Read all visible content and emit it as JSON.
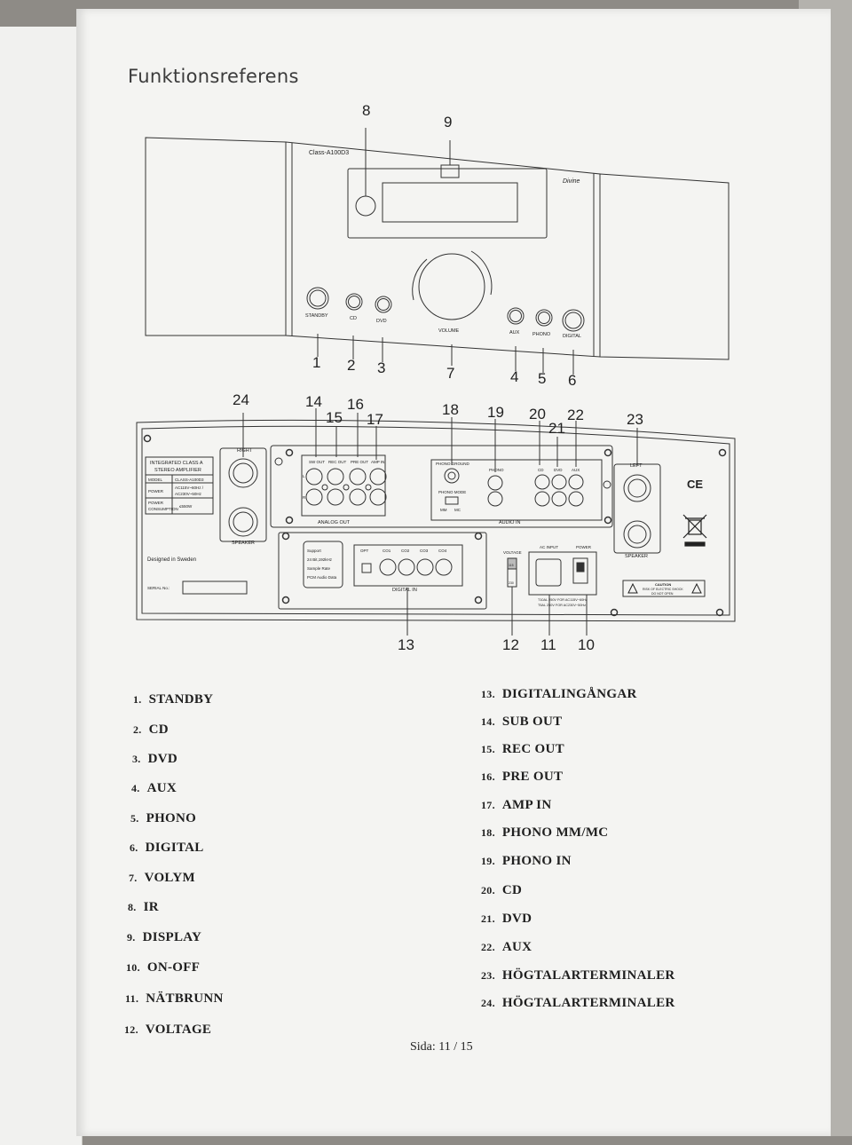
{
  "page": {
    "title": "Funktionsreferens",
    "footer": "Sida: 11 / 15"
  },
  "front_panel": {
    "model": "Class-A100D3",
    "brand": "Divine",
    "labels": [
      "STANDBY",
      "CD",
      "DVD",
      "VOLUME",
      "AUX",
      "PHONO",
      "DIGITAL"
    ],
    "callouts": [
      "1",
      "2",
      "3",
      "4",
      "5",
      "6",
      "7",
      "8",
      "9"
    ]
  },
  "rear_panel": {
    "callouts": [
      "10",
      "11",
      "12",
      "13",
      "14",
      "15",
      "16",
      "17",
      "18",
      "19",
      "20",
      "21",
      "22",
      "23",
      "24"
    ],
    "spec_box": {
      "heading_1": "INTEGRATED CLASS A",
      "heading_2": "STEREO AMPLIFIER",
      "model_key": "MODEL",
      "model_val": "CLASS-A100D3",
      "power_key": "POWER",
      "power_val_1": "AC115V~60Hz /",
      "power_val_2": "AC230V~50Hz",
      "consumption_key_1": "POWER",
      "consumption_key_2": "CONSUMPTION",
      "consumption_val": "≤550W"
    },
    "designed_in": "Designed in Sweden",
    "serial": "SERIAL No.:",
    "speaker_right": "RIGHT",
    "speaker_left": "LEFT",
    "speaker": "SPEAKER",
    "analog_out": "ANALOG OUT",
    "analog_cols": [
      "SW OUT",
      "REC OUT",
      "PRE OUT",
      "AMP IN"
    ],
    "phono_ground": "PHONO GROUND",
    "phono_mode": "PHONO MODE",
    "mm": "MM",
    "mc": "MC",
    "phono": "PHONO",
    "inputs": [
      "CD",
      "DVD",
      "AUX"
    ],
    "audio_in": "AUDIO IN",
    "support_lines": [
      "Support",
      "24 Bit,192kHz",
      "Sample Rate",
      "PCM Audio Data"
    ],
    "digital_cols": [
      "OPT",
      "CO1",
      "CO2",
      "CO3",
      "CO4"
    ],
    "digital_in": "DIGITAL IN",
    "voltage": "VOLTAGE",
    "v115": "115",
    "v230": "230",
    "ac_input": "AC INPUT",
    "power": "POWER",
    "fuse_1": "T10AL 250V FOR AC115V~60Hz",
    "fuse_2": "T5AL 250V FOR AC230V~50Hz",
    "caution_1": "CAUTION",
    "caution_2": "RISK OF ELECTRIC SHOCK",
    "caution_3": "DO NOT OPEN",
    "ce": "CE",
    "l": "L",
    "r": "R"
  },
  "legend_left": [
    {
      "n": "1.",
      "label": "STANDBY"
    },
    {
      "n": "2.",
      "label": "CD"
    },
    {
      "n": "3.",
      "label": "DVD"
    },
    {
      "n": "4.",
      "label": "AUX"
    },
    {
      "n": "5.",
      "label": "PHONO"
    },
    {
      "n": "6.",
      "label": "DIGITAL"
    },
    {
      "n": "7.",
      "label": "VOLYM"
    },
    {
      "n": "8.",
      "label": "IR"
    },
    {
      "n": "9.",
      "label": "DISPLAY"
    },
    {
      "n": "10.",
      "label": "ON-OFF"
    },
    {
      "n": "11.",
      "label": "NÄTBRUNN"
    },
    {
      "n": "12.",
      "label": "VOLTAGE"
    }
  ],
  "legend_right": [
    {
      "n": "13.",
      "label": "DIGITALINGÅNGAR"
    },
    {
      "n": "14.",
      "label": "SUB OUT"
    },
    {
      "n": "15.",
      "label": "REC OUT"
    },
    {
      "n": "16.",
      "label": "PRE OUT"
    },
    {
      "n": "17.",
      "label": "AMP IN"
    },
    {
      "n": "18.",
      "label": "PHONO MM/MC"
    },
    {
      "n": "19.",
      "label": "PHONO IN"
    },
    {
      "n": "20.",
      "label": "CD"
    },
    {
      "n": "21.",
      "label": "DVD"
    },
    {
      "n": "22.",
      "label": "AUX"
    },
    {
      "n": "23.",
      "label": "HÖGTALARTERMINALER"
    },
    {
      "n": "24.",
      "label": "HÖGTALARTERMINALER"
    }
  ]
}
